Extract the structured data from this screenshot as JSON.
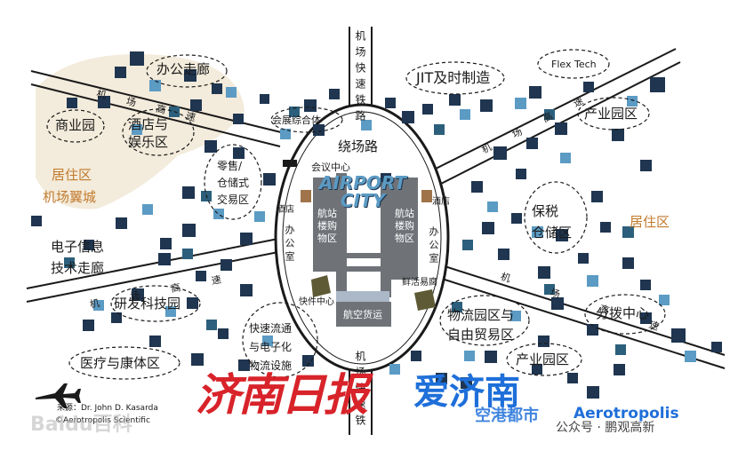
{
  "zones": {
    "office_corridor": "办公走廊",
    "business_park": "商业园",
    "hotel_entertainment": "酒店与\n娱乐区",
    "residential_left": "居住区",
    "airport_wing_city": "机场翼城",
    "retail_warehouse": "零售/\n仓储式\n交易区",
    "exhibition": "会展综合体",
    "jit": "JIT及时制造",
    "flex_tech": "Flex Tech",
    "industrial_park_top": "产业园区",
    "bonded_warehouse": "保税\n仓储区",
    "residential_right": "居住区",
    "e_info_corridor": "电子信息\n技术走廊",
    "rnd_park": "研发科技园",
    "fast_logistics": "快速流通\n与电子化\n物流设施",
    "medical": "医疗与康体区",
    "logistics_ftz": "物流园区与\n自由贸易区",
    "distribution": "分拨中心",
    "industrial_park_bottom": "产业园区"
  },
  "roads": {
    "ring_road": "绕场路",
    "airport_expressway_upper_left": "机 场 高 速",
    "airport_expressway_lower_left": "机 场 高 速",
    "airport_expressway_upper_right": "机 场 高 速",
    "airport_expressway_lower_right": "机 场 高 速",
    "rail_top": "机场快速铁路",
    "rail_bottom": "机场快速铁"
  },
  "airport_city": {
    "title_line1": "AIRPORT",
    "title_line2": "CITY",
    "conference": "会议中心",
    "hotel_left": "酒店",
    "hotel_right": "酒店",
    "terminal_left": "航站楼购物区",
    "terminal_right": "航站楼购物区",
    "office_left": "办公室",
    "office_right": "办公室",
    "fresh_food": "鲜活易腐",
    "express": "快件中心",
    "air_cargo": "航空货运"
  },
  "credits": {
    "source": "来源：Dr. John D. Kasarda",
    "copyright": "©Aerotropolis Scientific",
    "baidu_watermark": "Baidu百科"
  },
  "watermarks": {
    "jinan_daily": "济南日报",
    "ai_jinan": "爱济南",
    "airport_district": "空港都市",
    "aerotropolis": "Aerotropolis",
    "wechat": "公众号 · 鹏观高新"
  },
  "colors": {
    "dark_square": "#1f3550",
    "mid_square": "#2c5f7c",
    "light_square": "#5b9bc4",
    "road": "#1a1a1a",
    "beige_area": "#f3ebdb",
    "terminal_gray": "#6f7378",
    "red_watermark": "#d8232a",
    "blue_watermark": "#1e6fd9"
  }
}
